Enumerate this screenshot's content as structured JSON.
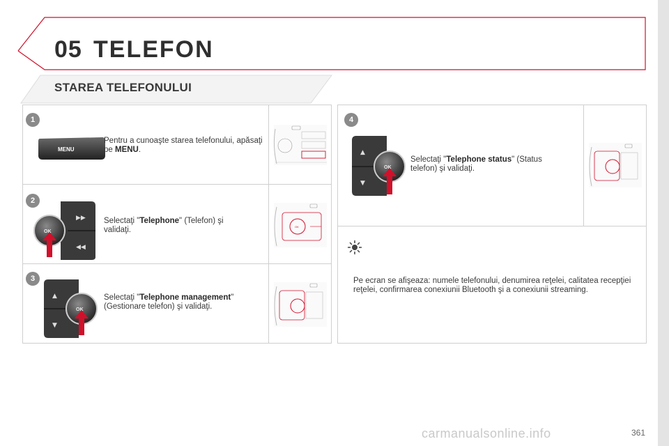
{
  "header": {
    "chapter_number": "05",
    "chapter_title": "TELEFON"
  },
  "section": {
    "title": "STAREA TELEFONULUI"
  },
  "steps": [
    {
      "number": "1",
      "text_before": "Pentru a cunoaşte starea telefonului, apăsaţi pe ",
      "bold": "MENU",
      "text_after": ".",
      "button_label": "MENU"
    },
    {
      "number": "2",
      "text_before": "Selectaţi \"",
      "bold": "Telephone",
      "text_after": "\" (Telefon) şi validaţi.",
      "button_label": "OK"
    },
    {
      "number": "3",
      "text_before": "Selectaţi \"",
      "bold": "Telephone management",
      "text_after": "\" (Gestionare telefon) şi validaţi.",
      "button_label": "OK"
    },
    {
      "number": "4",
      "text_before": "Selectaţi \"",
      "bold": "Telephone status",
      "text_after": "\" (Status telefon) şi validaţi.",
      "button_label": "OK"
    }
  ],
  "info": {
    "text": "Pe ecran se afişeaza: numele telefonului, denumirea reţelei, calitatea recepţiei reţelei, confirmarea conexiunii Bluetooth şi a conexiunii streaming."
  },
  "footer": {
    "page_number": "361",
    "watermark": "carmanualsonline.info"
  },
  "colors": {
    "accent": "#d0112b",
    "text": "#3a3a3a",
    "panel_border": "#cfcfcf",
    "button_dark": "#3b3b3b"
  }
}
